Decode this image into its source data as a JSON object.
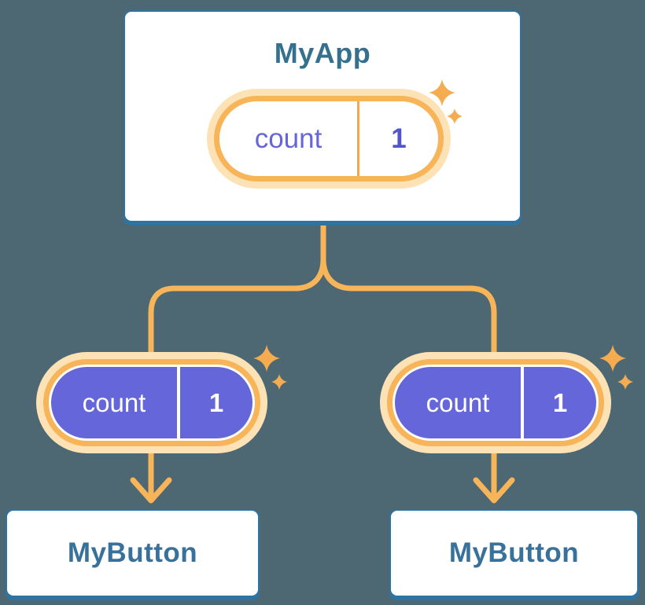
{
  "canvas": {
    "background_color": "#4D6872"
  },
  "palette": {
    "card_border_blue": "#2E74A3",
    "card_background": "#FFFFFF",
    "heading_blue": "#35708F",
    "button_label_blue": "#38719B",
    "connector_orange": "#F7B459",
    "ring_orange": "#F7B459",
    "ring_orange_light": "#FCE2B5",
    "sparkle_orange": "#F5AC50",
    "state_pill_purple": "#6466DA",
    "state_key_purple_text": "#6567D8",
    "state_value_purple_text": "#5254CC",
    "state_text_on_purple": "#FFFFFF"
  },
  "icons": {
    "sparkle": "sparkle-icon"
  },
  "diagram": {
    "root": {
      "title": "MyApp",
      "state_pill": {
        "key": "count",
        "value": "1"
      }
    },
    "children": [
      {
        "title": "MyButton",
        "state_pill": {
          "key": "count",
          "value": "1"
        }
      },
      {
        "title": "MyButton",
        "state_pill": {
          "key": "count",
          "value": "1"
        }
      }
    ]
  }
}
